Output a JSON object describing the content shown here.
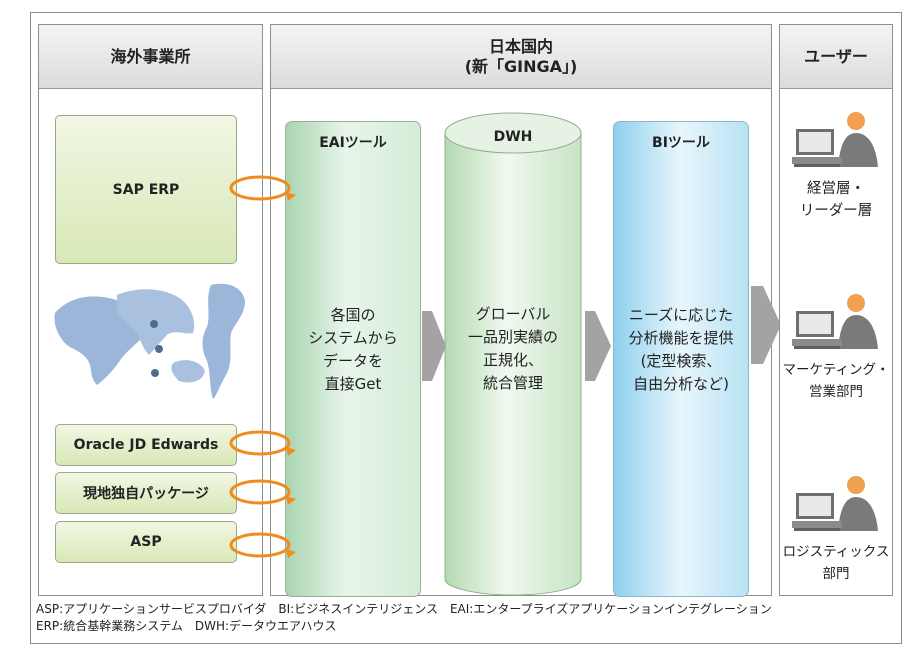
{
  "overseas": {
    "title": "海外事業所",
    "boxes": [
      "SAP ERP",
      "Oracle JD Edwards",
      "現地独自パッケージ",
      "ASP"
    ]
  },
  "domestic": {
    "title_line1": "日本国内",
    "title_line2": "(新「GINGA」)",
    "eai": {
      "title": "EAIツール",
      "lines": [
        "各国の",
        "システムから",
        "データを",
        "直接Get"
      ]
    },
    "dwh": {
      "title": "DWH",
      "lines": [
        "グローバル",
        "一品別実績の",
        "正規化、",
        "統合管理"
      ]
    },
    "bi": {
      "title": "BIツール",
      "lines": [
        "ニーズに応じた",
        "分析機能を提供",
        "(定型検索、",
        "自由分析など)"
      ]
    }
  },
  "users": {
    "title": "ユーザー",
    "groups": [
      {
        "lines": [
          "経営層・",
          "リーダー層"
        ]
      },
      {
        "lines": [
          "マーケティング・",
          "営業部門"
        ]
      },
      {
        "lines": [
          "ロジスティックス",
          "部門"
        ]
      }
    ]
  },
  "footnotes": {
    "line1": "ASP:アプリケーションサービスプロバイダ　BI:ビジネスインテリジェンス　EAI:エンタープライズアプリケーションインテグレーション",
    "line2": "ERP:統合基幹業務システム　DWH:データウエアハウス"
  },
  "colors": {
    "arrow_orange": "#f08c1e",
    "box_green": "#d8e8b6",
    "eai_green": "#a9d5b0",
    "dwh_green": "#c7e3c4",
    "bi_blue": "#8fd0ee",
    "chevron_gray": "#a3a3a3",
    "map_blue": "#9bb6d8",
    "map_dot": "#4d6c8f"
  }
}
